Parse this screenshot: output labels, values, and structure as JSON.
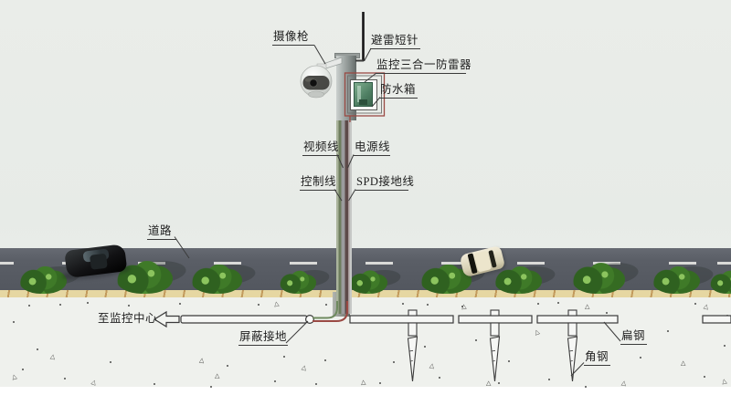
{
  "diagram": {
    "labels": {
      "camera": "摄像枪",
      "lightning_rod": "避雷短针",
      "surge_protector": "监控三合一防雷器",
      "waterproof_box": "防水箱",
      "video_line": "视频线",
      "power_line": "电源线",
      "control_line": "控制线",
      "spd_ground_line": "SPD接地线",
      "road": "道路",
      "to_monitoring_center": "至监控中心",
      "shielded_grounding": "屏蔽接地",
      "flat_steel": "扁钢",
      "angle_steel": "角钢"
    },
    "colors": {
      "wire_red": "#9a4a44",
      "wire_green": "#6f8a5f",
      "line_black": "#3a3a3a",
      "steel_fill": "#f6f7f5",
      "device_green": "#4e7e62",
      "road_gray": "#5a5e66"
    }
  }
}
